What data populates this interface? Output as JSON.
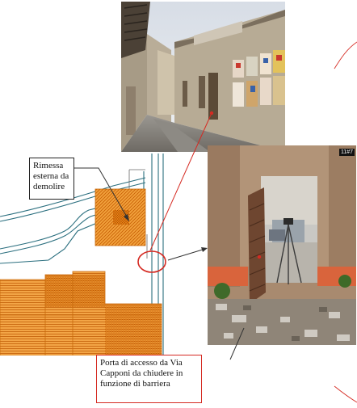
{
  "callouts": {
    "shed_label": "Rimessa esterna da demolire",
    "door_label": "Porta di accesso da Via Capponi da chiudere in funzione di barriera"
  },
  "photo_door": {
    "badge": "11#7"
  },
  "colors": {
    "plan_orange": "#e87f12",
    "plan_teal": "#2b6f7f",
    "red_line": "#d52a22",
    "dark_line": "#333333"
  },
  "icons": {
    "street_photo": "street-photo",
    "door_photo": "door-photo",
    "site_plan": "site-plan-drawing"
  }
}
